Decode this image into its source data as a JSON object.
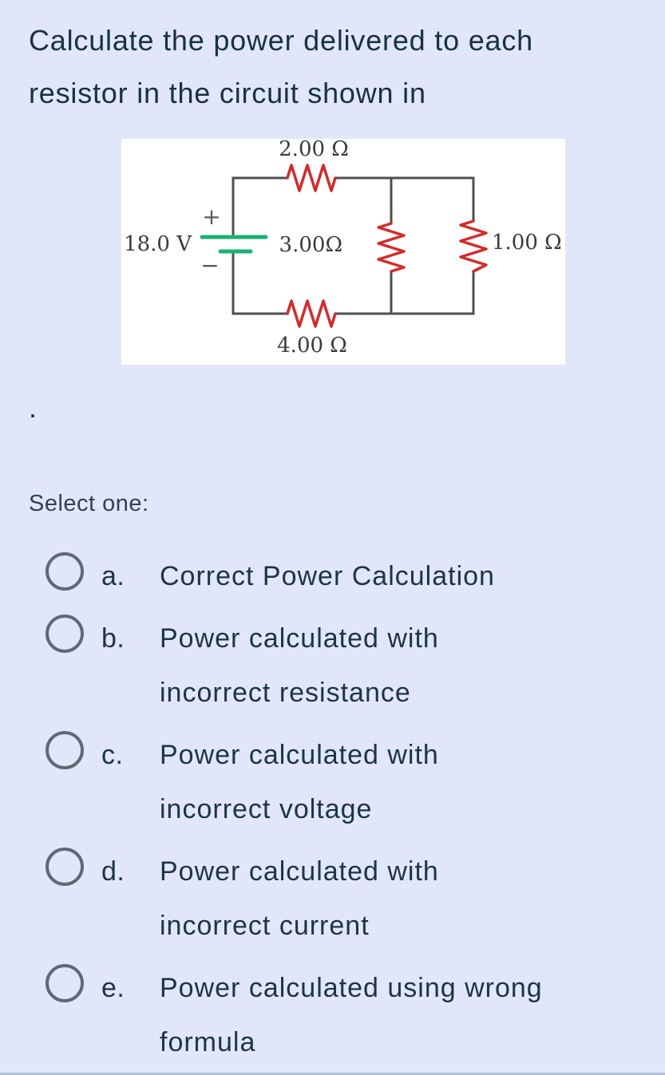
{
  "question": {
    "text": "Calculate the power delivered to each\nresistor in the circuit shown in",
    "trailing_text": "."
  },
  "circuit": {
    "voltage_source": "18.0 V",
    "plus": "+",
    "minus": "−",
    "resistor_top": "2.00 Ω",
    "resistor_middle": "3.00Ω",
    "resistor_right": "1.00 Ω",
    "resistor_bottom": "4.00 Ω",
    "colors": {
      "wire": "#4f4f4f",
      "resistor": "#d22b2b",
      "battery": "#18b273",
      "label": "#3b3b3b",
      "canvas": "#ffffff"
    }
  },
  "prompt": {
    "label": "Select one:"
  },
  "options": [
    {
      "letter": "a.",
      "label": "Correct Power Calculation"
    },
    {
      "letter": "b.",
      "label": "Power calculated with\nincorrect resistance"
    },
    {
      "letter": "c.",
      "label": "Power calculated with\nincorrect voltage"
    },
    {
      "letter": "d.",
      "label": "Power calculated with\nincorrect current"
    },
    {
      "letter": "e.",
      "label": "Power calculated using wrong\nformula"
    }
  ],
  "theme": {
    "page_background": "#e2e6f9",
    "question_text_color": "#17333d",
    "option_text_color": "#1c3640",
    "prompt_text_color": "#334150",
    "radio_border_color": "#5f6876"
  }
}
